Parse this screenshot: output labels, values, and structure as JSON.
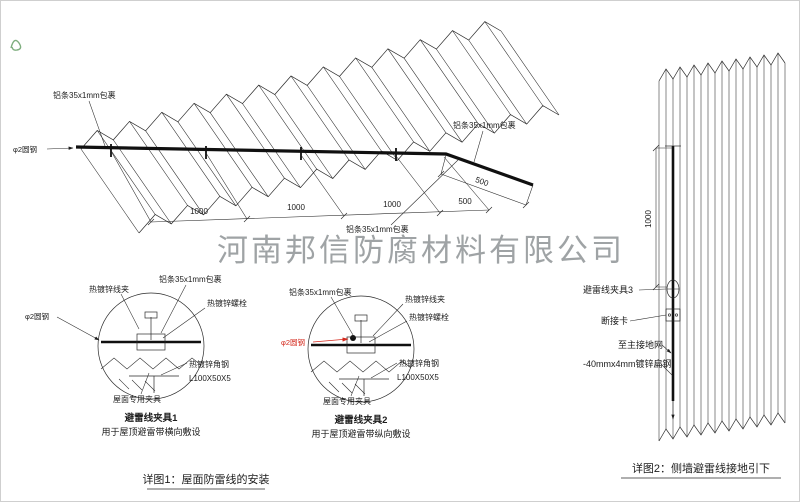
{
  "watermark": "河南邦信防腐材料有限公司",
  "colors": {
    "ink": "#1c1c1c",
    "red": "#d42a1e",
    "watermark_gray": "#8f9496"
  },
  "roof": {
    "labels": {
      "strip_top": "铝条35x1mm包裹",
      "round_steel": "φ2圆钢",
      "strip_right": "铝条35x1mm包裹",
      "strip_bottom": "铝条35x1mm包裹"
    },
    "dims": [
      "1000",
      "1000",
      "1000",
      "500"
    ],
    "edge_dim": "500"
  },
  "detail1": {
    "labels": {
      "wire_clamp": "热镀锌线夹",
      "strip": "铝条35x1mm包裹",
      "bolt": "热镀锌螺栓",
      "round_steel": "φ2圆钢",
      "angle_steel": "热镀锌角钢",
      "angle_spec": "L100X50X5",
      "roof_fixture": "屋面专用夹具"
    },
    "title": "避雷线夹具1",
    "subtitle": "用于屋顶避雷带横向敷设"
  },
  "detail2": {
    "labels": {
      "strip": "铝条35x1mm包裹",
      "wire_clamp": "热镀锌线夹",
      "bolt": "热镀锌螺栓",
      "round_steel": "φ2圆钢",
      "angle_steel": "热镀锌角钢",
      "angle_spec": "L100X50X5",
      "roof_fixture": "屋面专用夹具"
    },
    "title": "避雷线夹具2",
    "subtitle": "用于屋顶避雷带纵向敷设"
  },
  "wall": {
    "dim": "1000",
    "labels": {
      "clamp3": "避雷线夹具3",
      "disconnect_card": "断接卡",
      "to_main_grid": "至主接地网",
      "flat_steel": "-40mmx4mm镀锌扁钢"
    }
  },
  "captions": {
    "detail1": "详图1：屋面防雷线的安装",
    "detail2": "详图2：侧墙避雷线接地引下"
  }
}
